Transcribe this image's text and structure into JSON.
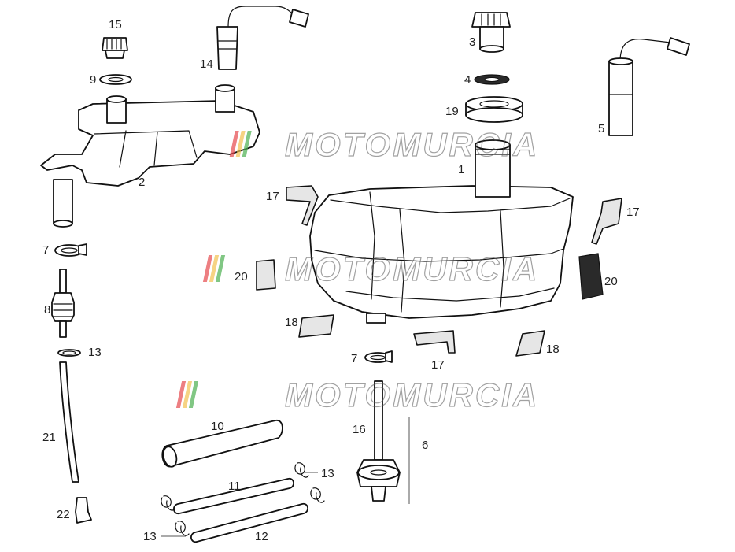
{
  "watermark": {
    "text": "MOTOMURCIA",
    "stripe_colors": [
      "#e5484d",
      "#f2c14e",
      "#4caf50"
    ]
  },
  "callouts": {
    "c1": "1",
    "c2": "2",
    "c3": "3",
    "c4": "4",
    "c5": "5",
    "c6": "6",
    "c7a": "7",
    "c7b": "7",
    "c8": "8",
    "c9": "9",
    "c10": "10",
    "c11": "11",
    "c12": "12",
    "c13a": "13",
    "c13b": "13",
    "c13c": "13",
    "c14": "14",
    "c15": "15",
    "c16": "16",
    "c17a": "17",
    "c17b": "17",
    "c17c": "17",
    "c18a": "18",
    "c18b": "18",
    "c19": "19",
    "c20a": "20",
    "c20b": "20",
    "c21": "21",
    "c22": "22"
  }
}
